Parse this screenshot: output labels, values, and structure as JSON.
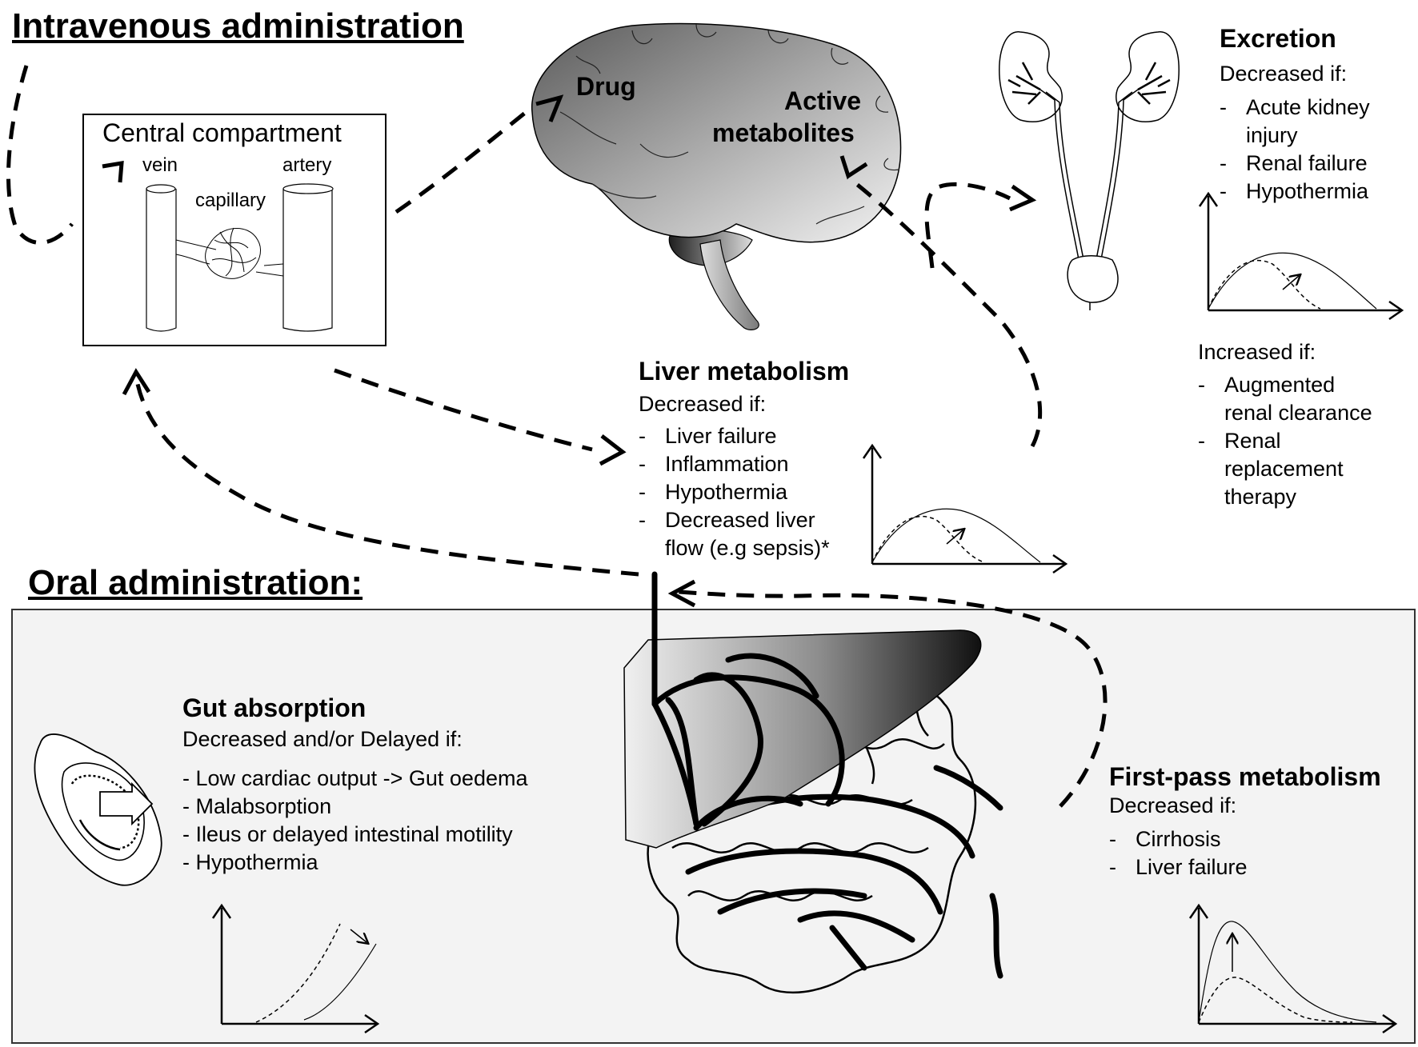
{
  "intravenous": {
    "title": "Intravenous administration",
    "compartment_title": "Central compartment",
    "vein_label": "vein",
    "artery_label": "artery",
    "capillary_label": "capillary"
  },
  "brain": {
    "drug_label": "Drug",
    "metabolites_line1": "Active",
    "metabolites_line2": "metabolites"
  },
  "excretion": {
    "title": "Excretion",
    "decreased_heading": "Decreased if:",
    "decreased_items": [
      "Acute kidney",
      "injury",
      "Renal failure",
      "Hypothermia"
    ],
    "increased_heading": "Increased if:",
    "increased_items": [
      "Augmented",
      "renal clearance",
      "Renal",
      "replacement",
      "therapy"
    ]
  },
  "liver_metabolism": {
    "title": "Liver metabolism",
    "heading": "Decreased if:",
    "items": [
      "Liver failure",
      "Inflammation",
      "Hypothermia",
      "Decreased liver",
      "flow (e.g sepsis)*"
    ]
  },
  "oral": {
    "title": "Oral administration:"
  },
  "gut_absorption": {
    "title": "Gut absorption",
    "heading": "Decreased and/or Delayed if:",
    "items": [
      "- Low cardiac output -> Gut oedema",
      "- Malabsorption",
      "- Ileus or delayed intestinal motility",
      "- Hypothermia"
    ]
  },
  "first_pass": {
    "title": "First-pass metabolism",
    "heading": "Decreased if:",
    "items": [
      "Cirrhosis",
      "Liver failure"
    ]
  },
  "colors": {
    "oral_panel_bg": "#f3f3f3",
    "ink": "#000000",
    "organ_dark": "#3a3a3a",
    "organ_light": "#e6e6e6"
  }
}
